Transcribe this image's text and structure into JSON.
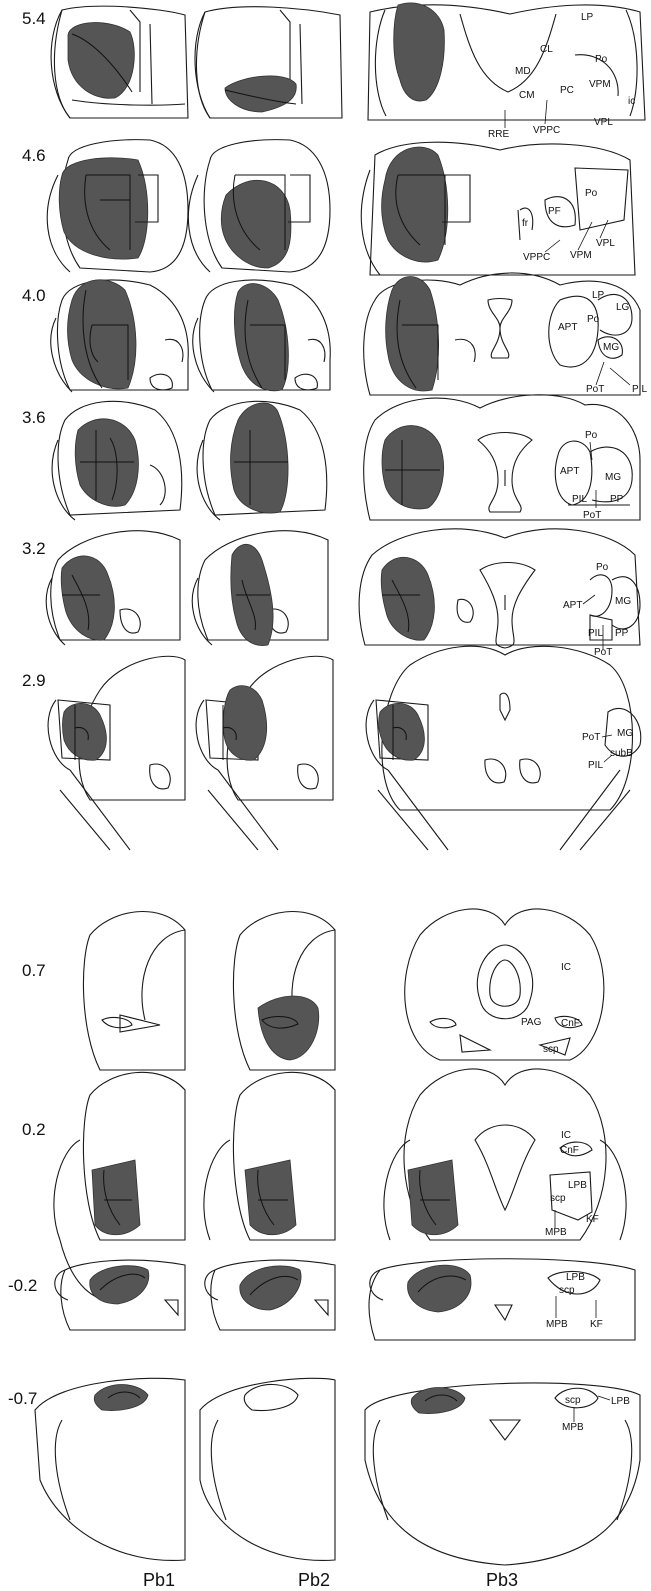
{
  "columns": [
    "Pb1",
    "Pb2",
    "Pb3"
  ],
  "levels": [
    "5.4",
    "4.6",
    "4.0",
    "3.6",
    "3.2",
    "2.9",
    "0.7",
    "0.2",
    "-0.2",
    "-0.7"
  ],
  "labels": {
    "r0": [
      "LP",
      "CL",
      "Po",
      "MD",
      "VPM",
      "CM",
      "PC",
      "ic",
      "VPL",
      "RRE",
      "VPPC"
    ],
    "r1": [
      "PF",
      "Po",
      "fr",
      "VPL",
      "VPPC",
      "VPM"
    ],
    "r2": [
      "LP",
      "LG",
      "APT",
      "Po",
      "MG",
      "PoT",
      "PIL"
    ],
    "r3": [
      "Po",
      "APT",
      "MG",
      "PIL",
      "PP",
      "PoT"
    ],
    "r4": [
      "Po",
      "APT",
      "MG",
      "PIL",
      "PP",
      "PoT"
    ],
    "r5": [
      "MG",
      "PoT",
      "subB",
      "PIL"
    ],
    "r6": [
      "IC",
      "PAG",
      "CnF",
      "scp"
    ],
    "r7": [
      "IC",
      "CnF",
      "LPB",
      "scp",
      "KF",
      "MPB"
    ],
    "r8": [
      "LPB",
      "scp",
      "MPB",
      "KF"
    ],
    "r9": [
      "scp",
      "LPB",
      "MPB"
    ]
  }
}
